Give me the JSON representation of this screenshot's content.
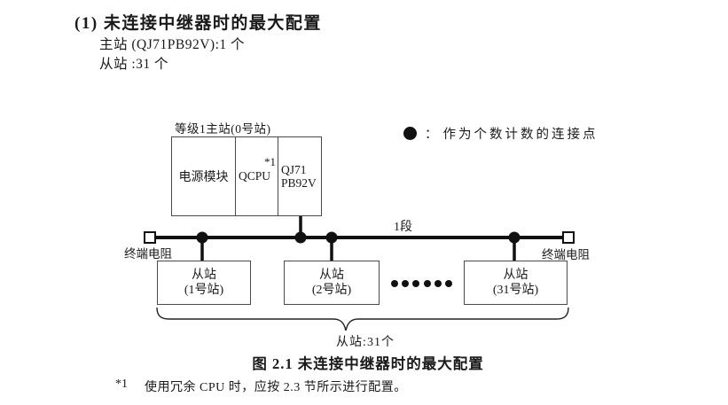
{
  "colors": {
    "ink": "#111111",
    "box_border": "#4a4a4a",
    "background": "#ffffff"
  },
  "page": {
    "heading": "(1) 未连接中继器时的最大配置",
    "master_line": "主站 (QJ71PB92V):1 个",
    "slave_line": "从站 :31 个"
  },
  "diagram": {
    "master": {
      "label": "等级1主站(0号站)",
      "power": "电源模块",
      "cpu": "QCPU",
      "cpu_note": "*1",
      "module_line1": "QJ71",
      "module_line2": "PB92V"
    },
    "legend": {
      "icon": "connection-dot",
      "colon": "：",
      "text": "作为个数计数的连接点"
    },
    "segment_label": "1段",
    "terminator_left_label": "终端电阻",
    "terminator_right_label": "终端电阻",
    "slaves": [
      {
        "line1": "从站",
        "line2": "(1号站)"
      },
      {
        "line1": "从站",
        "line2": "(2号站)"
      },
      {
        "line1": "从站",
        "line2": "(31号站)"
      }
    ],
    "ellipsis": "••••••",
    "brace_label": "从站:31个"
  },
  "figure_caption": "图 2.1 未连接中继器时的最大配置",
  "footnote": {
    "marker": "*1",
    "text": "使用冗余 CPU 时，应按 2.3 节所示进行配置。"
  }
}
